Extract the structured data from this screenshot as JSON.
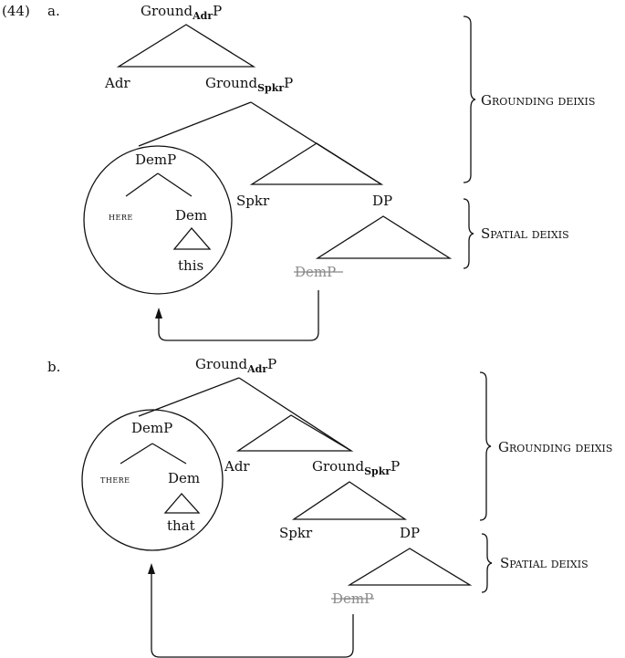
{
  "example_number": "(44)",
  "panels": {
    "a": {
      "label": "a.",
      "top_node": {
        "base": "Ground",
        "sub": "Adr",
        "tail": "P"
      },
      "adr": "Adr",
      "ground_spkr": {
        "base": "Ground",
        "sub": "Spkr",
        "tail": "P"
      },
      "demp": "DemP",
      "here": "here",
      "dem": "Dem",
      "word": "this",
      "spkr": "Spkr",
      "dp": "DP",
      "trace": "DemP",
      "brace_grounding": "Grounding deixis",
      "brace_spatial": "Spatial deixis"
    },
    "b": {
      "label": "b.",
      "top_node": {
        "base": "Ground",
        "sub": "Adr",
        "tail": "P"
      },
      "adr": "Adr",
      "ground_spkr": {
        "base": "Ground",
        "sub": "Spkr",
        "tail": "P"
      },
      "demp": "DemP",
      "there": "there",
      "dem": "Dem",
      "word": "that",
      "spkr": "Spkr",
      "dp": "DP",
      "trace": "DemP",
      "brace_grounding": "Grounding deixis",
      "brace_spatial": "Spatial deixis"
    }
  }
}
